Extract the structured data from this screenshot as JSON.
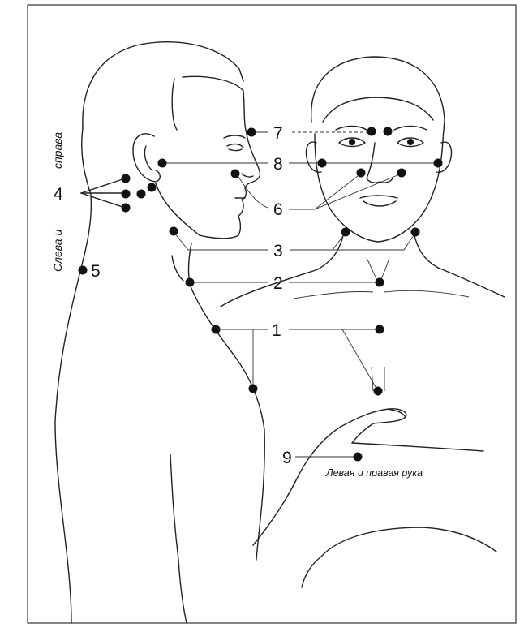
{
  "caption_left": "Слева и",
  "caption_right": "справа",
  "caption_hands": "Левая и правая рука",
  "labels": {
    "n1": "1",
    "n2": "2",
    "n3": "3",
    "n4": "4",
    "n5": "5",
    "n6": "6",
    "n7": "7",
    "n8": "8",
    "n9": "9"
  },
  "colors": {
    "ink": "#111111",
    "background": "#ffffff",
    "frame": "#333333"
  }
}
